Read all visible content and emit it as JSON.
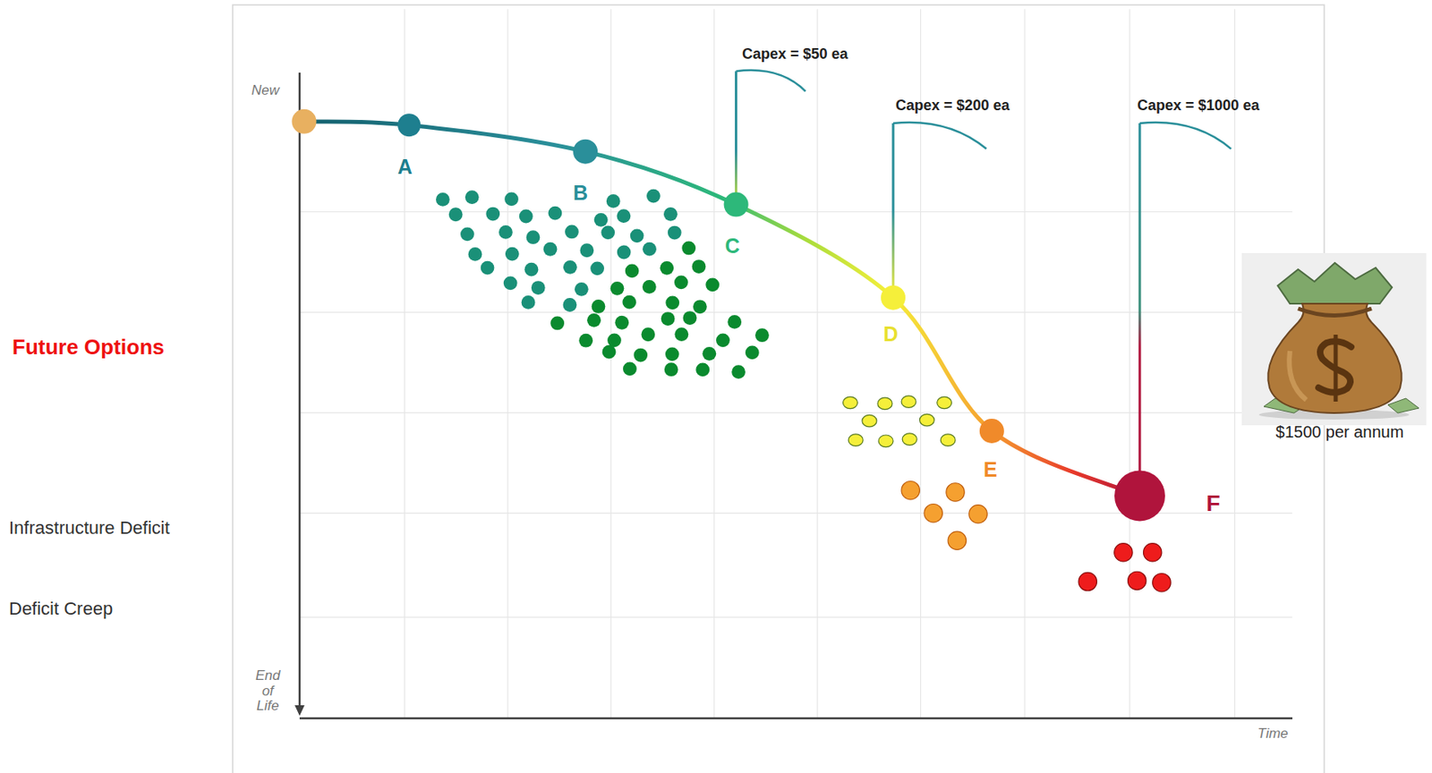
{
  "diagram": {
    "labels": [
      "Future Options",
      "Infrastructure Deficit",
      "Deficit Creep",
      "New",
      "End of Life",
      "Time",
      "A",
      "B",
      "C",
      "D",
      "E",
      "F",
      "Capex = $50 ea",
      "Capex = $200 ea",
      "Capex = $1000 ea",
      "$1500 per annum"
    ]
  }
}
